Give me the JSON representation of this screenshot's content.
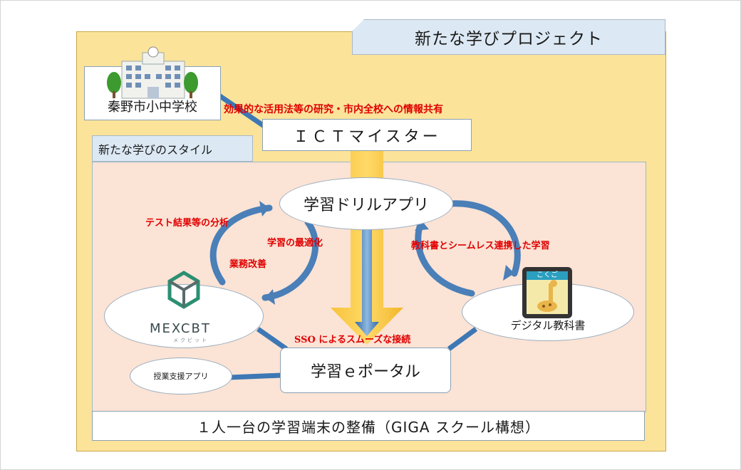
{
  "project_title": "新たな学びプロジェクト",
  "school": "秦野市小中学校",
  "style_title": "新たな学びのスタイル",
  "ict_meister": "ＩＣＴマイスター",
  "drill_app": "学習ドリルアプリ",
  "mexcbt": {
    "name": "MEXCBT",
    "kana": "メクビット"
  },
  "digital_textbook": "デジタル教科書",
  "textbook_cover": "こくご",
  "jugyo_app": "授業支援アプリ",
  "portal": "学習ｅポータル",
  "giga": "１人一台の学習端末の整備（GIGA スクール構想）",
  "labels": {
    "share": "効果的な活用法等の研究・市内全校への情報共有",
    "test_analysis": "テスト結果等の分析",
    "optimization": "学習の最適化",
    "gyomu": "業務改善",
    "seamless": "教科書とシームレス連携した学習",
    "sso": "SSO によるスムーズな接続"
  },
  "colors": {
    "outer_bg": "#fbe39a",
    "inner_bg": "#fbe3d5",
    "tab_bg": "#dce9f4",
    "connector": "#3d78b5",
    "big_arrow": "#f7c33a",
    "label_red": "#e00000"
  }
}
